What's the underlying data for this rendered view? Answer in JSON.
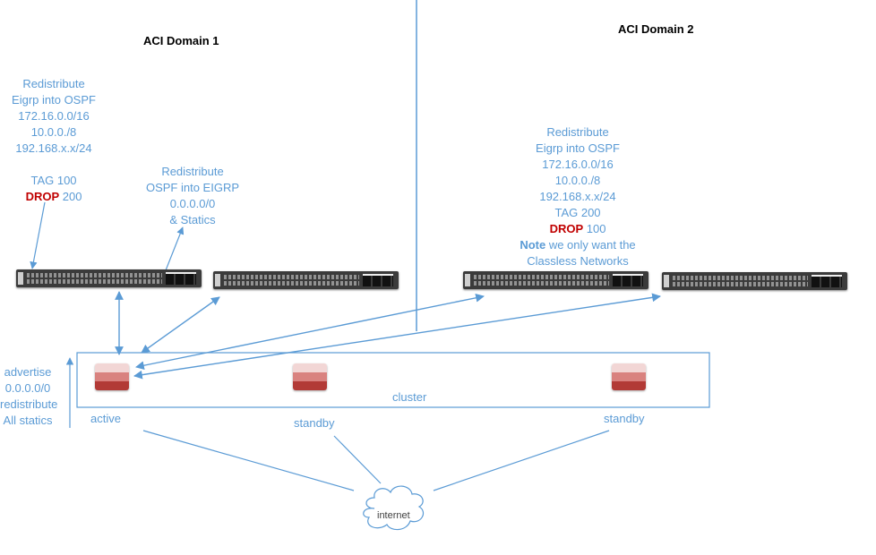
{
  "domains": {
    "domain1": "ACI Domain 1",
    "domain2": "ACI Domain 2"
  },
  "domain1_redistribute": {
    "lines": [
      "Redistribute",
      "Eigrp into OSPF",
      "172.16.0.0/16",
      "10.0.0./8",
      "192.168.x.x/24"
    ],
    "tag": "TAG 100",
    "drop_word": "DROP",
    "drop_value": " 200"
  },
  "domain1_ospf_eigrp": {
    "lines": [
      "Redistribute",
      "OSPF into EIGRP",
      "0.0.0.0/0",
      "& Statics"
    ]
  },
  "domain2_redistribute": {
    "lines": [
      "Redistribute",
      "Eigrp into OSPF",
      "172.16.0.0/16",
      "10.0.0./8",
      "192.168.x.x/24"
    ],
    "tag": "TAG 200",
    "drop_word": "DROP",
    "drop_value": " 100",
    "note_word": "Note",
    "note_rest": " we only want the",
    "note_line2": "Classless Networks"
  },
  "advertise": {
    "lines": [
      "advertise",
      "0.0.0.0/0",
      "redistribute",
      "All statics"
    ]
  },
  "cluster": {
    "label": "cluster",
    "firewalls": [
      {
        "role": "active"
      },
      {
        "role": "standby"
      },
      {
        "role": "standby"
      }
    ]
  },
  "internet": {
    "label": "internet"
  },
  "colors": {
    "line": "#5b9bd5",
    "text_blue": "#5b9bd5",
    "drop_red": "#c00000",
    "firewall_red": "#c0504d"
  }
}
